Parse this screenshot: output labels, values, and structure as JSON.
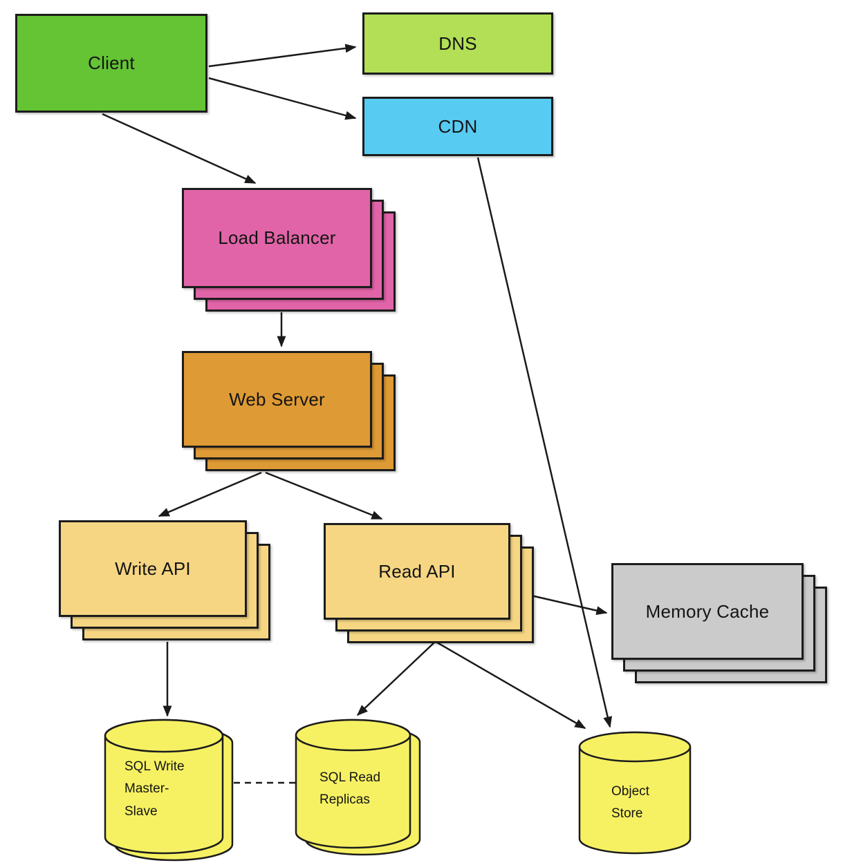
{
  "diagram": {
    "kind": "system-architecture-diagram",
    "nodes": {
      "client": {
        "label": "Client",
        "color": "#64C434"
      },
      "dns": {
        "label": "DNS",
        "color": "#B2DF56"
      },
      "cdn": {
        "label": "CDN",
        "color": "#58CBF2"
      },
      "load_balancer": {
        "label": "Load Balancer",
        "color": "#E164A8"
      },
      "web_server": {
        "label": "Web Server",
        "color": "#DE9A34"
      },
      "write_api": {
        "label": "Write API",
        "color": "#F6D683"
      },
      "read_api": {
        "label": "Read API",
        "color": "#F6D683"
      },
      "memory_cache": {
        "label": "Memory Cache",
        "color": "#CBCBCB"
      },
      "sql_write": {
        "label": "SQL Write\nMaster-\nSlave",
        "color": "#F6F163"
      },
      "sql_read": {
        "label": "SQL Read\nReplicas",
        "color": "#F6F163"
      },
      "object_store": {
        "label": "Object\nStore",
        "color": "#F6F163"
      }
    },
    "edges": [
      {
        "from": "Client",
        "to": "DNS",
        "style": "arrow"
      },
      {
        "from": "Client",
        "to": "CDN",
        "style": "arrow"
      },
      {
        "from": "Client",
        "to": "Load Balancer",
        "style": "arrow"
      },
      {
        "from": "Load Balancer",
        "to": "Web Server",
        "style": "arrow"
      },
      {
        "from": "Web Server",
        "to": "Write API",
        "style": "arrow"
      },
      {
        "from": "Web Server",
        "to": "Read API",
        "style": "arrow"
      },
      {
        "from": "Read API",
        "to": "Memory Cache",
        "style": "arrow"
      },
      {
        "from": "Write API",
        "to": "SQL Write Master-Slave",
        "style": "arrow"
      },
      {
        "from": "Read API",
        "to": "SQL Read Replicas",
        "style": "arrow"
      },
      {
        "from": "Read API",
        "to": "Object Store",
        "style": "arrow"
      },
      {
        "from": "CDN",
        "to": "Object Store",
        "style": "arrow"
      },
      {
        "from": "SQL Write Master-Slave",
        "to": "SQL Read Replicas",
        "style": "dashed"
      }
    ],
    "edge_color": "#1A1A1A"
  }
}
